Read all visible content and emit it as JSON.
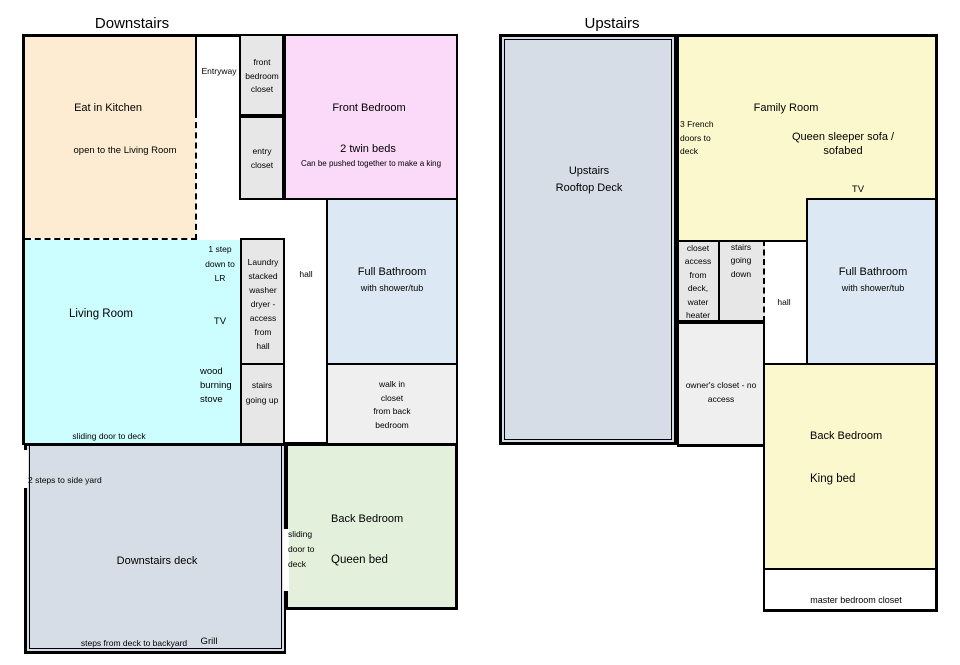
{
  "colors": {
    "kitchen": "#FDECD2",
    "pink_bedroom": "#FBD9F8",
    "bathroom_blue": "#DCE9F4",
    "closet_gray": "#E8E7E7",
    "closet_light": "#EFEFEF",
    "living_cyan": "#CCFEFF",
    "deck_gray": "#D7DDE6",
    "green_bedroom": "#E3F0DC",
    "room_yellow": "#FCF8CD",
    "white": "#FFFFFF"
  },
  "downstairs": {
    "title": "Downstairs",
    "kitchen": {
      "name": "Eat in Kitchen",
      "note": "open to the Living Room"
    },
    "entryway": "Entryway",
    "front_bedroom_closet": "front\nbedroom\ncloset",
    "entry_closet": "entry\ncloset",
    "front_bedroom": {
      "name": "Front Bedroom",
      "beds": "2 twin beds",
      "note": "Can be pushed together to make a king"
    },
    "bathroom": {
      "name": "Full Bathroom",
      "note": "with shower/tub"
    },
    "walk_in_closet": "walk in\ncloset\nfrom back\nbedroom",
    "living_room": {
      "name": "Living Room",
      "step": "1 step\ndown to\nLR",
      "tv": "TV",
      "stove": "wood\nburning\nstove",
      "slider": "sliding door to deck"
    },
    "laundry": "Laundry\nstacked\nwasher\ndryer -\naccess\nfrom\nhall",
    "stairs": "stairs\ngoing up",
    "hall": "hall",
    "deck": {
      "name": "Downstairs deck",
      "side_steps": "2 steps to side yard",
      "back_steps": "steps from deck to backyard",
      "grill": "Grill"
    },
    "back_bedroom": {
      "name": "Back Bedroom",
      "bed": "Queen bed",
      "slider": "sliding\ndoor to\ndeck"
    }
  },
  "upstairs": {
    "title": "Upstairs",
    "deck": {
      "name": "Upstairs\nRooftop Deck"
    },
    "family_room": {
      "name": "Family Room",
      "sofa": "Queen sleeper sofa / sofabed",
      "doors": "3 French\ndoors to\ndeck",
      "tv": "TV"
    },
    "bathroom": {
      "name": "Full Bathroom",
      "note": "with shower/tub"
    },
    "closet_access": "closet\naccess\nfrom\ndeck,\nwater\nheater",
    "stairs": "stairs\ngoing\ndown",
    "hall": "hall",
    "owners_closet": "owner's closet - no\naccess",
    "back_bedroom": {
      "name": "Back Bedroom",
      "bed": "King bed"
    },
    "master_closet": "master bedroom closet"
  }
}
